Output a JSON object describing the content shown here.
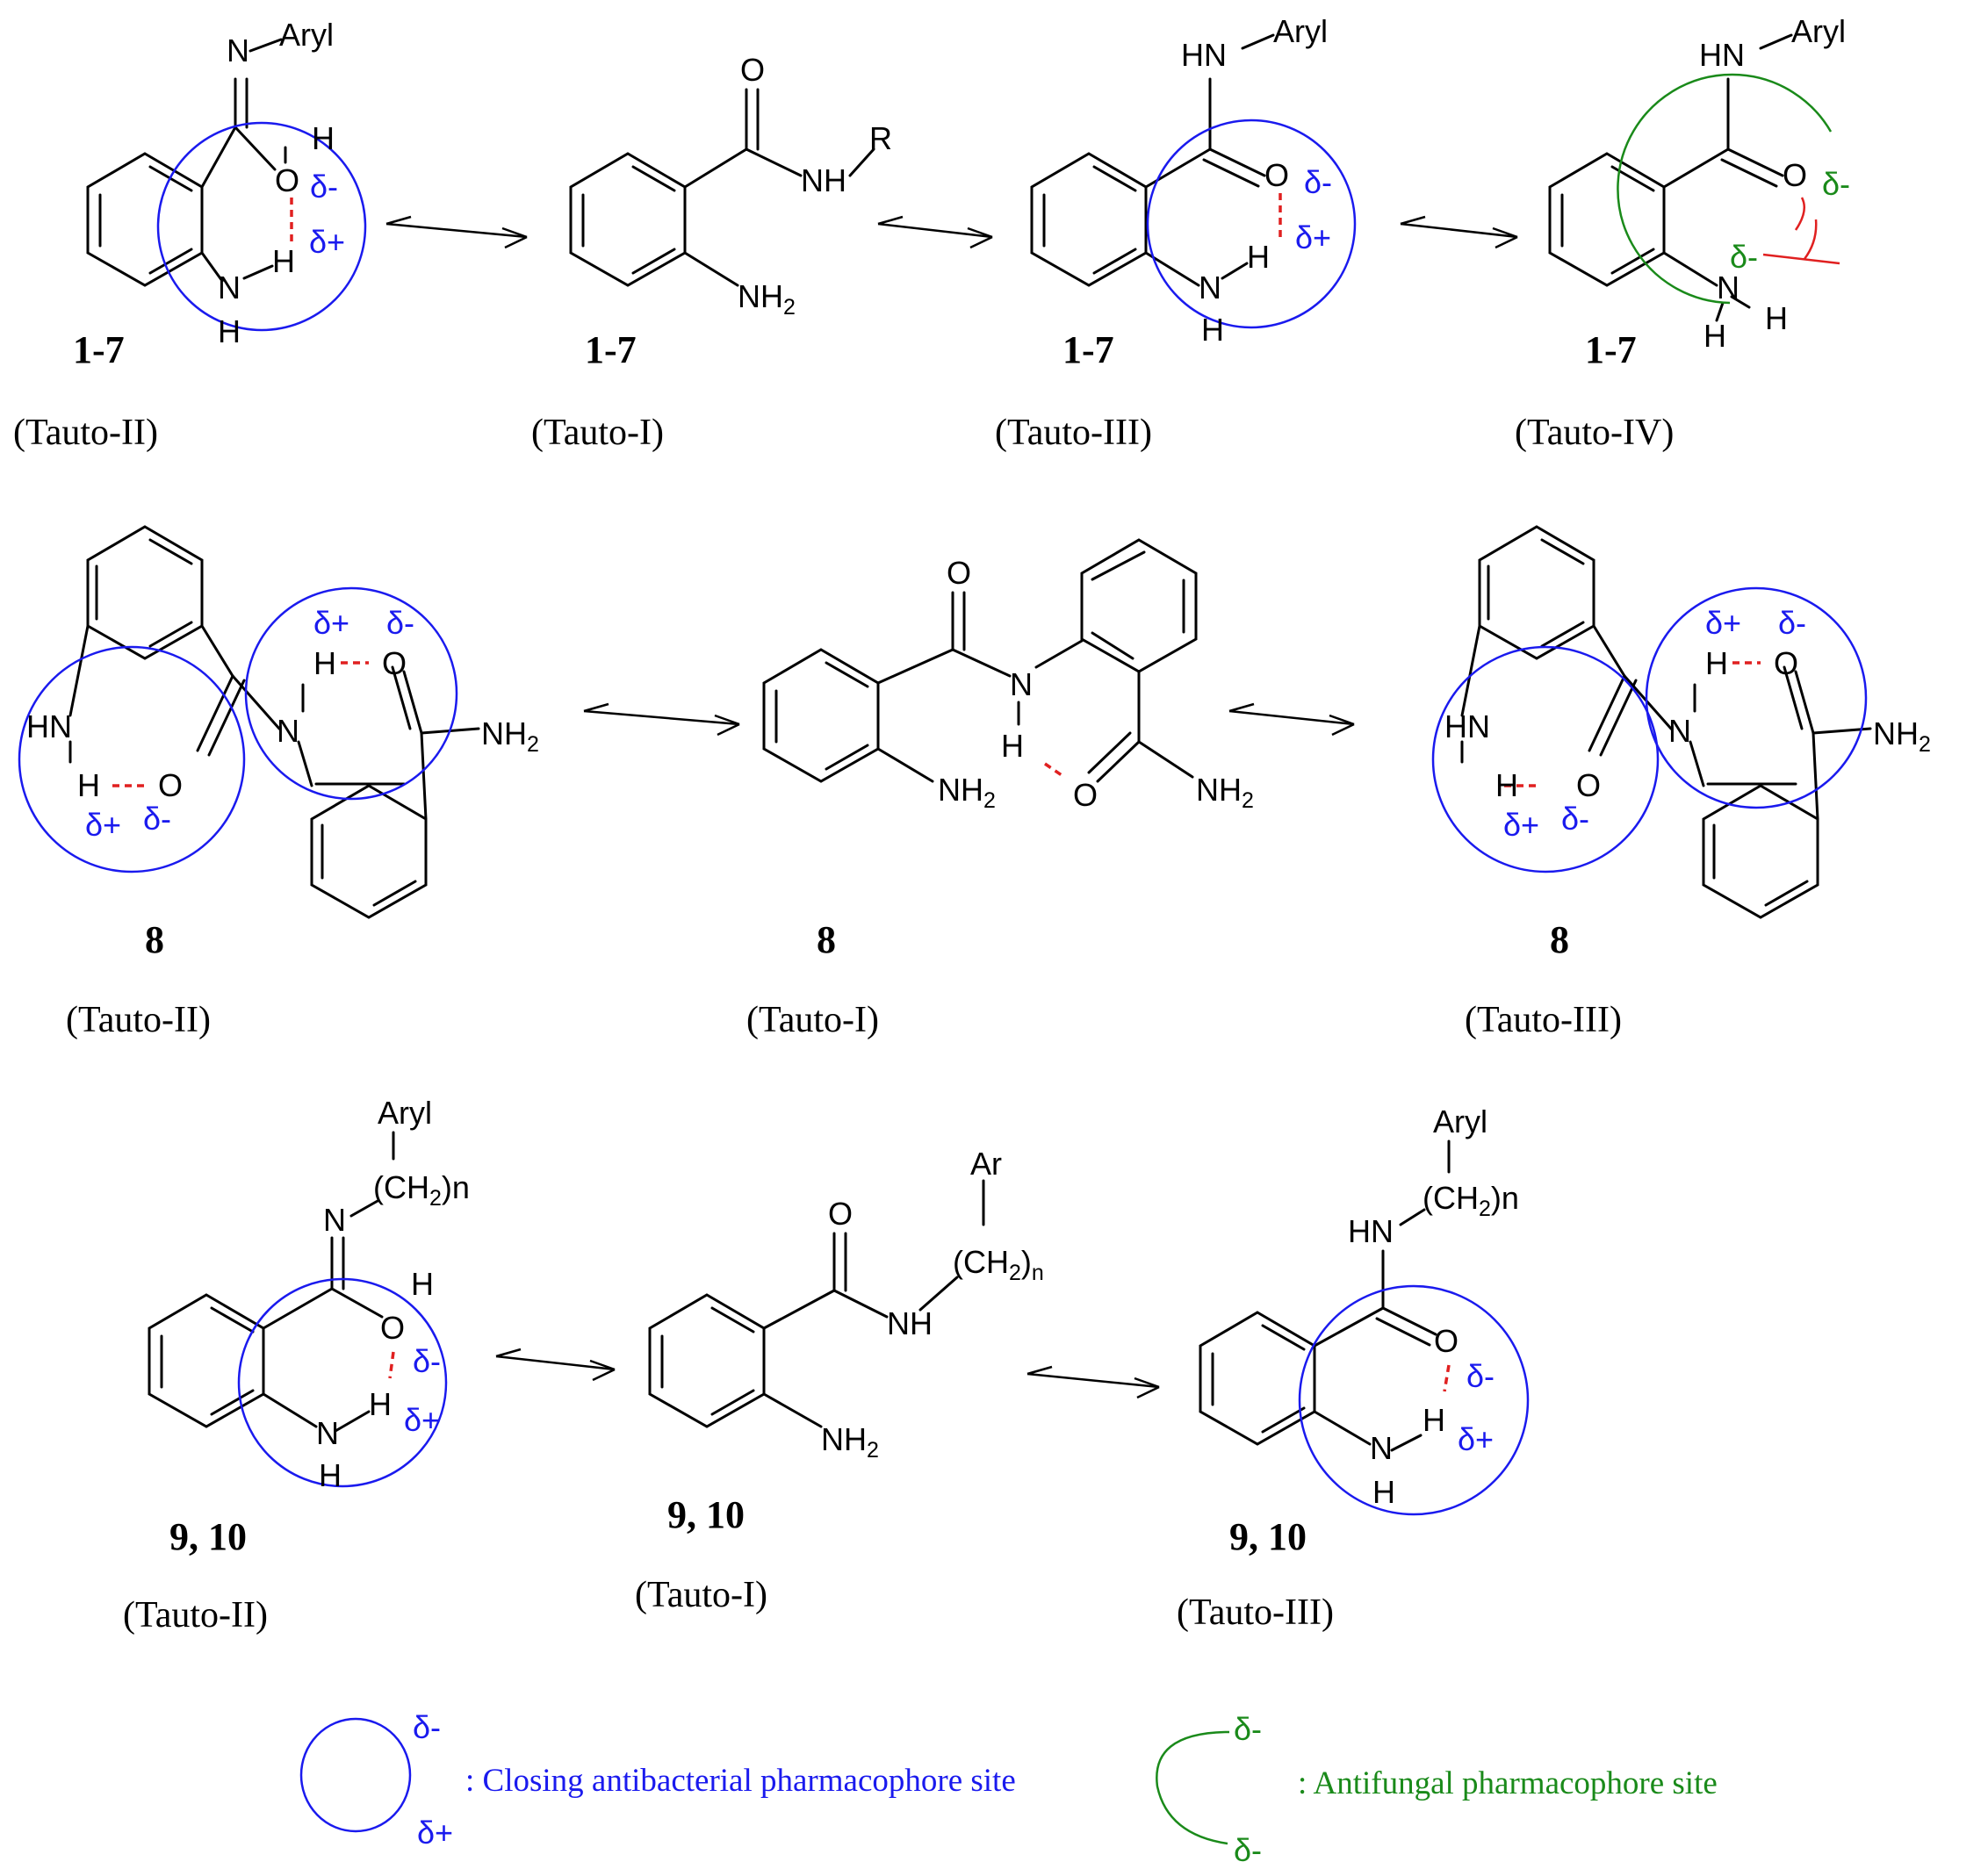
{
  "row1": [
    {
      "number": "1-7",
      "caption": "(Tauto-II)"
    },
    {
      "number": "1-7",
      "caption": "(Tauto-I)"
    },
    {
      "number": "1-7",
      "caption": "(Tauto-III)"
    },
    {
      "number": "1-7",
      "caption": "(Tauto-IV)"
    }
  ],
  "row2": [
    {
      "number": "8",
      "caption": "(Tauto-II)"
    },
    {
      "number": "8",
      "caption": "(Tauto-I)"
    },
    {
      "number": "8",
      "caption": "(Tauto-III)"
    }
  ],
  "row3": [
    {
      "number": "9, 10",
      "caption": "(Tauto-II)"
    },
    {
      "number": "9, 10",
      "caption": "(Tauto-I)"
    },
    {
      "number": "9, 10",
      "caption": "(Tauto-III)"
    }
  ],
  "labels": {
    "aryl": "Aryl",
    "ar": "Ar",
    "r": "R",
    "o": "O",
    "n": "N",
    "h": "H",
    "nh": "NH",
    "hn": "HN",
    "nh2_main": "NH",
    "sub2": "2",
    "ch2_open": "(CH",
    "ch2_close": ")n",
    "ch2_close_paren": ")",
    "n_sub": "n",
    "delta_minus": "δ-",
    "delta_plus": "δ+"
  },
  "legend": {
    "antibacterial": ": Closing antibacterial pharmacophore site",
    "antifungal": ": Antifungal pharmacophore site",
    "delta_minus": "δ-",
    "delta_plus": "δ+"
  },
  "colors": {
    "antibacterial": "#1a1aee",
    "antifungal": "#1a8a1a",
    "hbond": "#e02020"
  }
}
